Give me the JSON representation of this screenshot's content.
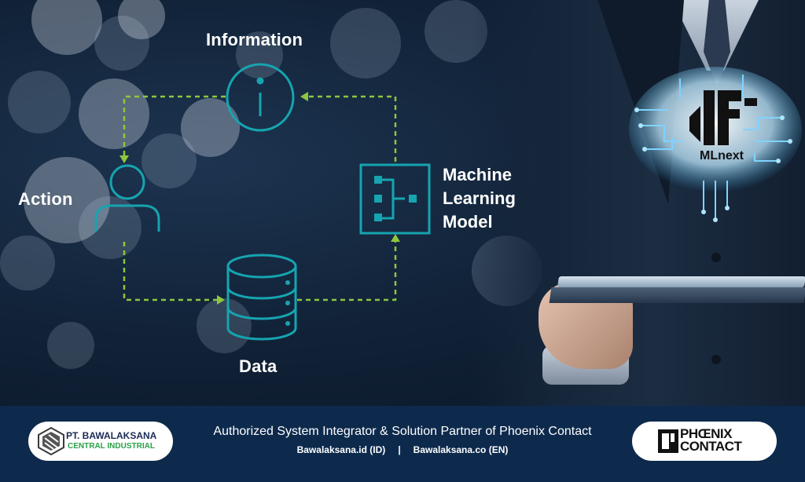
{
  "diagram": {
    "information_label": "Information",
    "action_label": "Action",
    "ml_label_1": "Machine",
    "ml_label_2": "Learning",
    "ml_label_3": "Model",
    "data_label": "Data",
    "arrow_color": "#8dc63f",
    "icon_color": "#16a4b0"
  },
  "product": {
    "name": "MLnext"
  },
  "footer": {
    "company_name": "PT. BAWALAKSANA",
    "company_sub": "CENTRAL INDUSTRIAL",
    "tagline": "Authorized System Integrator & Solution Partner of Phoenix Contact",
    "link_id": "Bawalaksana.id (ID)",
    "separator": "|",
    "link_en": "Bawalaksana.co (EN)",
    "partner_line1": "PHŒNIX",
    "partner_line2": "CONTACT",
    "bg_color": "#0d2a4d"
  }
}
